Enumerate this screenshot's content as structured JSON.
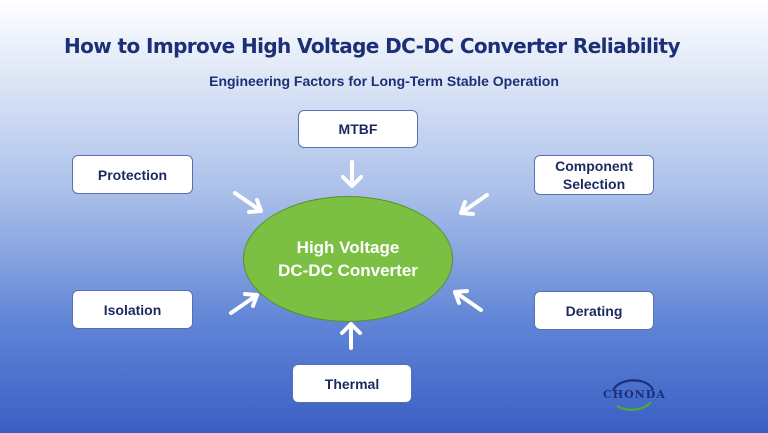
{
  "title": "How to Improve High Voltage DC-DC Converter Reliability",
  "subtitle": "Engineering Factors for Long-Term Stable Operation",
  "center": {
    "line1": "High Voltage",
    "line2": "DC-DC Converter"
  },
  "factors": {
    "mtbf": "MTBF",
    "protection": "Protection",
    "component_line1": "Component",
    "component_line2": "Selection",
    "isolation": "Isolation",
    "derating": "Derating",
    "thermal": "Thermal"
  },
  "logo": {
    "text": "CHONDA"
  },
  "colors": {
    "title": "#1c2f77",
    "center_fill": "#7cc043",
    "arrow": "#ffffff",
    "box_border": "#5a6fb0"
  }
}
